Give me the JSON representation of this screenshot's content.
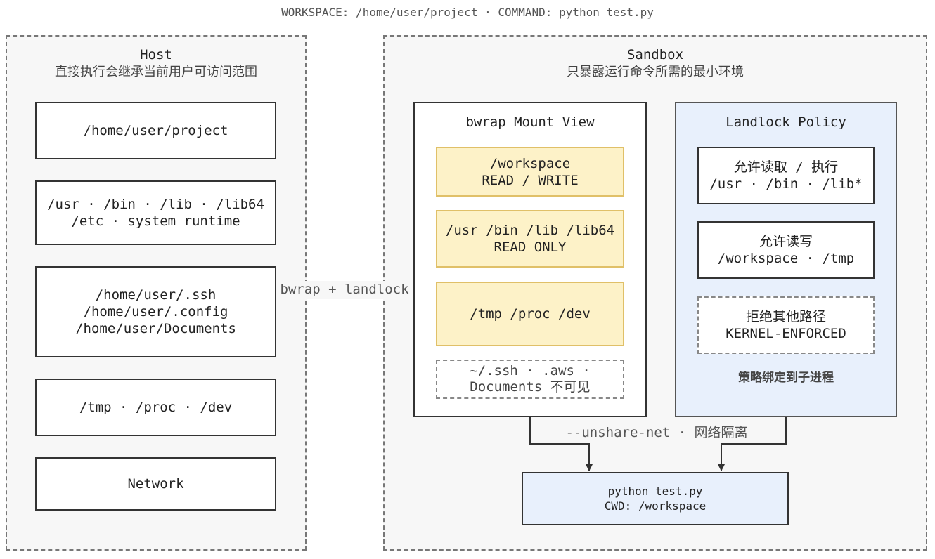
{
  "header": "WORKSPACE: /home/user/project · COMMAND: python test.py",
  "host": {
    "title": "Host",
    "subtitle": "直接执行会继承当前用户可访问范围",
    "items": [
      [
        "/home/user/project"
      ],
      [
        "/usr · /bin · /lib · /lib64",
        "/etc · system runtime"
      ],
      [
        "/home/user/.ssh",
        "/home/user/.config",
        "/home/user/Documents"
      ],
      [
        "/tmp · /proc · /dev"
      ],
      [
        "Network"
      ]
    ]
  },
  "bridge_label": "bwrap + landlock",
  "sandbox": {
    "title": "Sandbox",
    "subtitle": "只暴露运行命令所需的最小环境",
    "mount_view": {
      "title": "bwrap Mount View",
      "mounts": [
        [
          "/workspace",
          "READ / WRITE"
        ],
        [
          "/usr /bin /lib /lib64",
          "READ ONLY"
        ],
        [
          "/tmp /proc /dev"
        ]
      ],
      "hidden": [
        "~/.ssh · .aws ·",
        "Documents 不可见"
      ]
    },
    "landlock": {
      "title": "Landlock Policy",
      "rules": [
        [
          "允许读取 / 执行",
          "/usr · /bin · /lib*"
        ],
        [
          "允许读写",
          "/workspace · /tmp"
        ]
      ],
      "deny": [
        "拒绝其他路径",
        "KERNEL-ENFORCED"
      ],
      "note": "策略绑定到子进程"
    },
    "network_label": "--unshare-net · 网络隔离",
    "process": [
      "python test.py",
      "CWD: /workspace"
    ]
  },
  "colors": {
    "zone_bg": "#f7f7f7",
    "mount_fill": "#fdf2c8",
    "mount_border": "#e0c068",
    "policy_fill": "#e8f0fc",
    "dashed_border": "#777777"
  }
}
